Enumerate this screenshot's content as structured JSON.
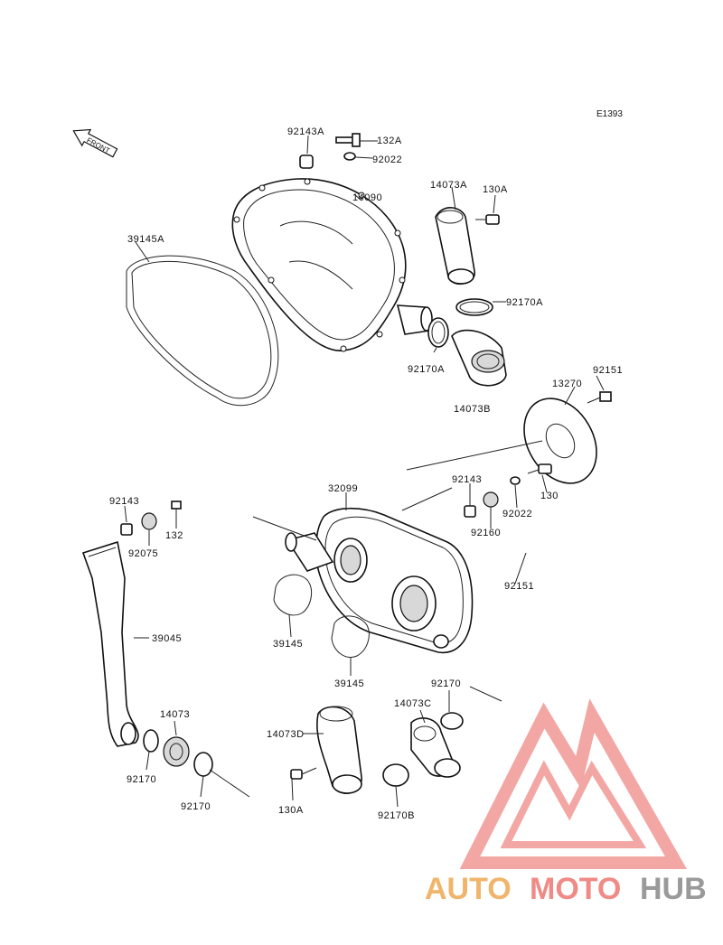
{
  "diagram_code": "E1393",
  "front_arrow_label": "FRONT",
  "labels": {
    "p92143A": "92143A",
    "p132A": "132A",
    "p92022_top": "92022",
    "p14090": "14090",
    "p14073A": "14073A",
    "p130A_top": "130A",
    "p39145A": "39145A",
    "p92170A_right": "92170A",
    "p92170A_left": "92170A",
    "p14073B": "14073B",
    "p92151_top": "92151",
    "p13270": "13270",
    "p92143_mid": "92143",
    "p130": "130",
    "p92022_mid": "92022",
    "p92160": "92160",
    "p32099": "32099",
    "p92151_mid": "92151",
    "p92143_left": "92143",
    "p132": "132",
    "p92075": "92075",
    "p39145_a": "39145",
    "p39145_b": "39145",
    "p39045": "39045",
    "p92170_right": "92170",
    "p14073C": "14073C",
    "p14073": "14073",
    "p14073D": "14073D",
    "p92170_l1": "92170",
    "p92170_l2": "92170",
    "p130A_bottom": "130A",
    "p92170B": "92170B"
  },
  "watermark": {
    "part1": "AUTO",
    "part2": "MOTO",
    "part3": "HUB",
    "color_auto": "#f0b56a",
    "color_moto": "#f08a86",
    "color_hub": "#9a9a9a",
    "logo_color": "#f08a86"
  }
}
